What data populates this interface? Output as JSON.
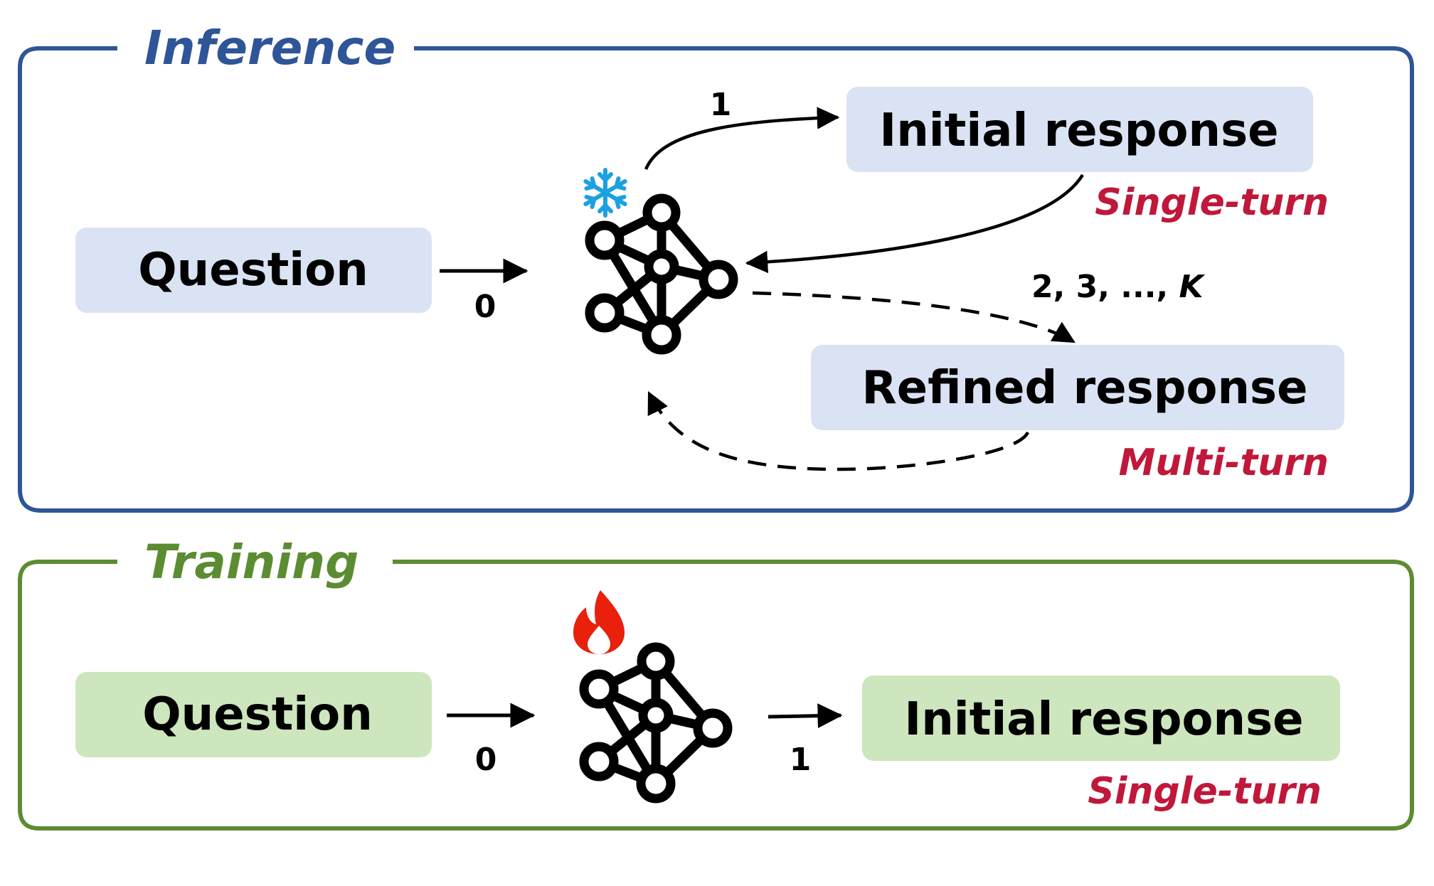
{
  "colors": {
    "inference_border": "#2E5597",
    "training_border": "#5B8C32",
    "inference_box_fill": "#DAE3F3",
    "training_box_fill": "#CDE6BD",
    "turn_label": "#C0183A",
    "freeze_icon": "#1BA1E2",
    "fire_icon": "#E8200C"
  },
  "inference": {
    "title": "Inference",
    "question_label": "Question",
    "initial_response_label": "Initial response",
    "refined_response_label": "Refined response",
    "single_turn_label": "Single-turn",
    "multi_turn_label": "Multi-turn",
    "step_question": "0",
    "step_initial": "1",
    "step_refine_prefix": "2, 3, ..., ",
    "step_refine_k": "K",
    "model_state_icon": "snowflake-icon"
  },
  "training": {
    "title": "Training",
    "question_label": "Question",
    "initial_response_label": "Initial response",
    "single_turn_label": "Single-turn",
    "step_question": "0",
    "step_initial": "1",
    "model_state_icon": "fire-icon"
  }
}
